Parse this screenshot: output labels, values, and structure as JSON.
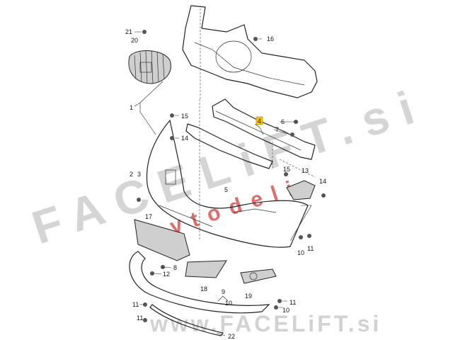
{
  "diagram": {
    "callouts": [
      {
        "id": "c21",
        "text": "21"
      },
      {
        "id": "c20",
        "text": "20"
      },
      {
        "id": "c16",
        "text": "16"
      },
      {
        "id": "c1",
        "text": "1"
      },
      {
        "id": "c15a",
        "text": "15"
      },
      {
        "id": "c14a",
        "text": "14"
      },
      {
        "id": "c4",
        "text": "4"
      },
      {
        "id": "c6",
        "text": "6"
      },
      {
        "id": "c7",
        "text": "7"
      },
      {
        "id": "c5",
        "text": "5"
      },
      {
        "id": "c15b",
        "text": "15"
      },
      {
        "id": "c13",
        "text": "13"
      },
      {
        "id": "c14b",
        "text": "14"
      },
      {
        "id": "c2",
        "text": "2"
      },
      {
        "id": "c3",
        "text": "3"
      },
      {
        "id": "c17",
        "text": "17"
      },
      {
        "id": "c10a",
        "text": "10"
      },
      {
        "id": "c11a",
        "text": "11"
      },
      {
        "id": "c8",
        "text": "8"
      },
      {
        "id": "c12",
        "text": "12"
      },
      {
        "id": "c18",
        "text": "18"
      },
      {
        "id": "c19",
        "text": "19"
      },
      {
        "id": "c9",
        "text": "9"
      },
      {
        "id": "c10b",
        "text": "10"
      },
      {
        "id": "c11b",
        "text": "11"
      },
      {
        "id": "c10c",
        "text": "10"
      },
      {
        "id": "c11c",
        "text": "11"
      },
      {
        "id": "c11d",
        "text": "11"
      },
      {
        "id": "c22",
        "text": "22"
      }
    ],
    "highlight_color": "#f5c400"
  },
  "watermark": {
    "brand": "FACELiFT.si",
    "tagline": "avtodeli",
    "url": "www.FACELiFT.si",
    "brand_color": "#bdbdbd",
    "tagline_color": "#d9534f"
  }
}
